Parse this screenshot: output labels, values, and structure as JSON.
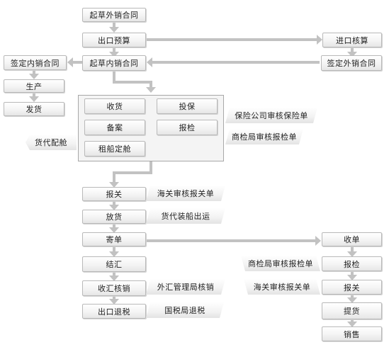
{
  "flow": {
    "draft_export_contract": "起草外销合同",
    "export_budget": "出口预算",
    "import_accounting": "进口核算",
    "draft_domestic_contract": "起草内销合同",
    "sign_export_contract": "签定外销合同",
    "sign_domestic_contract": "签定内销合同",
    "production": "生产",
    "delivery": "发货",
    "customs_declaration": "报关",
    "release": "放货",
    "send_documents": "寄单",
    "settlement": "结汇",
    "fx_verification": "收汇核销",
    "export_tax_refund": "出口退税",
    "receive_documents": "收单",
    "import_inspection": "报检",
    "import_customs": "报关",
    "pick_up_goods": "提货",
    "sales": "销售"
  },
  "panel": {
    "receive_goods": "收货",
    "insure": "投保",
    "filing": "备案",
    "inspection": "报检",
    "charter_ship": "租船定舱"
  },
  "notes": {
    "forwarder_booking": "货代配舱",
    "insurance_review": "保险公司审核保险单",
    "ciq_review": "商检局审核报检单",
    "customs_review": "海关审核报关单",
    "forwarder_shipping": "货代装船出运",
    "safe_verification": "外汇管理局核销",
    "tax_refund": "国税局退税",
    "import_ciq_review": "商检局审核报检单",
    "import_customs_review": "海关审核报关单"
  },
  "colors": {
    "connector": "#c2c2c2",
    "box_border": "#b9b9b9",
    "panel_fill": "#f4f4f4"
  }
}
